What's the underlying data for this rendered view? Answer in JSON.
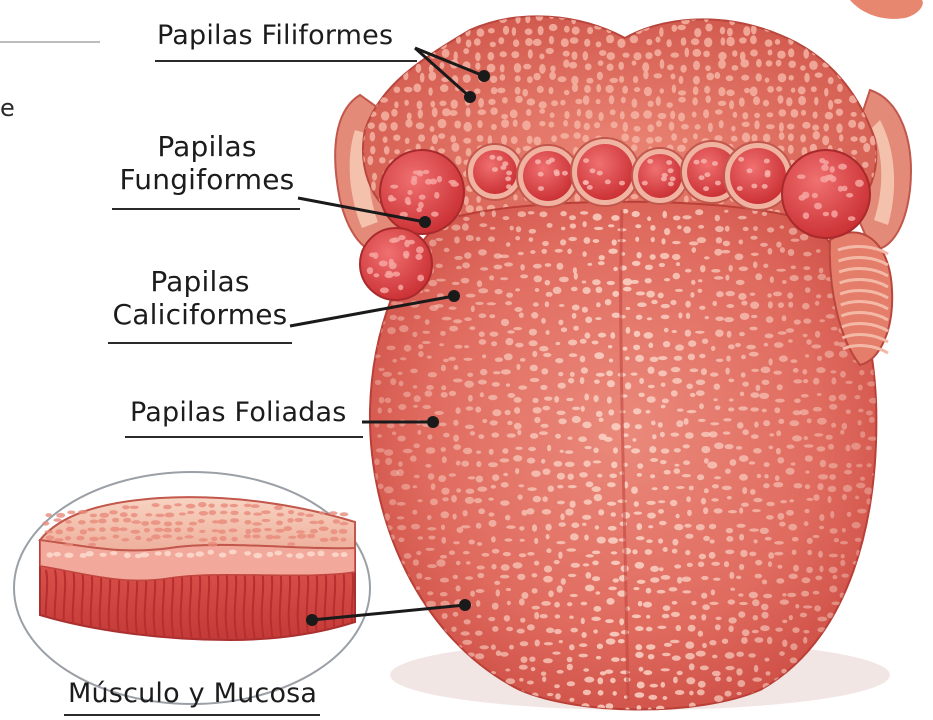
{
  "labels": {
    "filiformes": "Papilas Filiformes",
    "fungiformes_1": "Papilas",
    "fungiformes_2": "Fungiformes",
    "caliciformes_1": "Papilas",
    "caliciformes_2": "Caliciformes",
    "foliadas": "Papilas Foliadas",
    "musculo": "Músculo y Mucosa"
  },
  "edge_fragment": "e",
  "colors": {
    "tongue": "#e0695e",
    "tongue_dark": "#c9453f",
    "papilla_light": "#f6c6b4",
    "fungiform": "#dc3a3a",
    "tissue_top": "#f4c2ad",
    "muscle": "#d8433f",
    "leader": "#1a1a1a"
  }
}
